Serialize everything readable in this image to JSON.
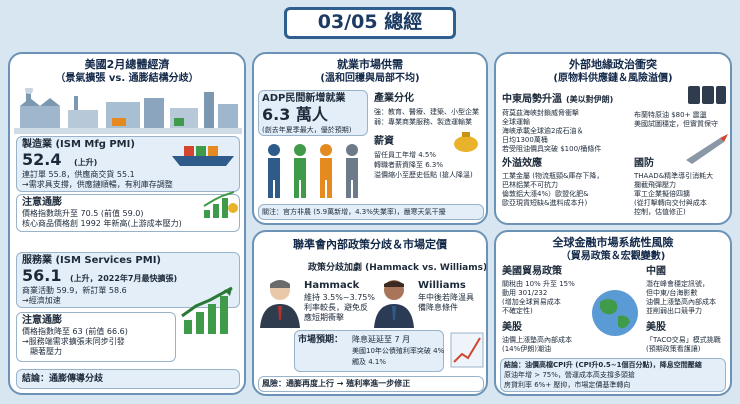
{
  "title": "03/05 總經",
  "us": {
    "title": "美國2月總體經濟",
    "subtitle": "（景氣擴張 vs. 通膨結構分歧）",
    "mfg_label": "製造業 (ISM Mfg PMI)",
    "mfg_value": "52.4",
    "mfg_note": "(上升)",
    "mfg_line1": "連訂單 55.8，供應商交貨 55.1",
    "mfg_line2": "→需求具支撐，供應鏈順暢，有利庫存調整",
    "mfg_warn_title": "注意通膨",
    "mfg_warn1": "價格指數跳升至 70.5 (前值 59.0)",
    "mfg_warn2": "核心商品價格創 1992 年新高(上游成本壓力)",
    "svc_label": "服務業 (ISM Services PMI)",
    "svc_value": "56.1",
    "svc_note": "(上升，2022年7月最快擴張)",
    "svc_line1": "商業活動 59.9，新訂單 58.6",
    "svc_line2": "→經濟加速",
    "svc_warn_title": "注意通膨",
    "svc_warn1": "價格指數降至 63 (前值 66.6)",
    "svc_warn2": "→服務端需求擴張未同步引發",
    "svc_warn3": "顯著壓力",
    "conclusion": "結論：通膨傳導分歧"
  },
  "jobs": {
    "title": "就業市場供需",
    "subtitle": "(溫和回穩與局部不均)",
    "adp_label": "ADP民間新增就業",
    "adp_value": "6.3 萬人",
    "adp_note": "(創去年夏季最大，優於預期)",
    "ind_title": "產業分化",
    "ind1": "強：教育、醫療、建築、小型企業",
    "ind2": "弱：專業商業服務、製造運輸業",
    "pay_title": "薪資",
    "pay1": "留任員工年增 4.5%",
    "pay2": "轉職者薪資降至 6.3%",
    "pay3": "溢價縮小至歷史低點 (搶人降溫)",
    "focus": "關注：官方非農 (5.9萬新增，4.3%失業率)，嚴寒天氣干擾"
  },
  "geo": {
    "title": "外部地緣政治衝突",
    "subtitle": "(原物料供應鏈＆風險溢價)",
    "me_title": "中東局勢升溫",
    "me_note": "(美以對伊朗)",
    "me1": "荷莫茲海峽封鎖威脅衝擊",
    "me2": "全球運輸",
    "me3": "海峽承載全球逾2成石油＆",
    "me4": "日均1300萬桶",
    "me5": "若受阻油價具突破 $100/桶條件",
    "oil1": "布蘭特原油 $80+ 震盪",
    "oil2": "美國試圖穩定，但實質保守",
    "ship_title": "外溢效應",
    "ship1": "工業金屬 (物流瓶頸&庫存下降，",
    "ship2": "巴林鋁業不可抗力",
    "ship3": "倫敦鋁大漲4%）歐盟化肥&",
    "ship4": "歐亞現貨短缺&進料成本升)",
    "def_title": "國防",
    "def1": "THAAD&精準導引消耗大",
    "def2": "攔截飛彈壓力",
    "def3": "軍工企業擬倍四擴",
    "def4": "(從打擊轉向交付與成本",
    "def5": "控制，估值修正)"
  },
  "fed": {
    "title": "聯準會內部政策分歧＆市場定價",
    "split_title": "政策分歧加劇 (Hammack vs. Williams)",
    "hammack_name": "Hammack",
    "hammack1": "維持 3.5%~3.75%",
    "hammack2": "利率較長，避免反",
    "hammack3": "應短期衝擊",
    "williams_name": "Williams",
    "williams1": "年中後若降温具",
    "williams2": "備降息條件",
    "market_title": "市場預期：",
    "market1": "降息延延至 7 月",
    "market2": "美國10年公債殖利率突破 4%",
    "market3": "觸及 4.1%",
    "risk": "風險：通膨再度上行 → 殖利率進一步修正"
  },
  "global": {
    "title": "全球金融市場系統性風險",
    "subtitle": "（貿易政策＆宏觀變數)",
    "us_trade_title": "美國貿易政策",
    "us_trade1": "關稅由 10% 升至 15%",
    "us_trade2": "動用 301/232",
    "us_trade3": "(增加全球貿易成本",
    "us_trade4": "不確定性)",
    "cn_title": "中國",
    "cn1": "潛在峰會穩定訊號，",
    "cn2": "但中東/台海影數",
    "cn3": "油價上漲墊高內部成本",
    "cn4": "並削弱出口競爭力",
    "us_stock_title": "美股",
    "us_stock1": "油價上漲墊高內部成本",
    "us_stock2": "(14%伊朗)潮油",
    "stock2_title": "美股",
    "stock2_1": "「TACO交易」模式挑戰",
    "stock2_2": "(預期政策看護讓)",
    "concl1": "結論：油價高檔CPI升 (CPI升0.5~1個百分點)，降息空間壓縮",
    "concl2": "原油年增 > 75%，營運成本高支撐多頭搶",
    "concl3": "房貸利率 6%+ 壓抑，市場定價基準轉向"
  },
  "colors": {
    "accent": "#2e5b89",
    "green": "#3f9a4a",
    "red": "#d2452f",
    "orange": "#e58a1f",
    "bg": "#d8e6f1"
  }
}
